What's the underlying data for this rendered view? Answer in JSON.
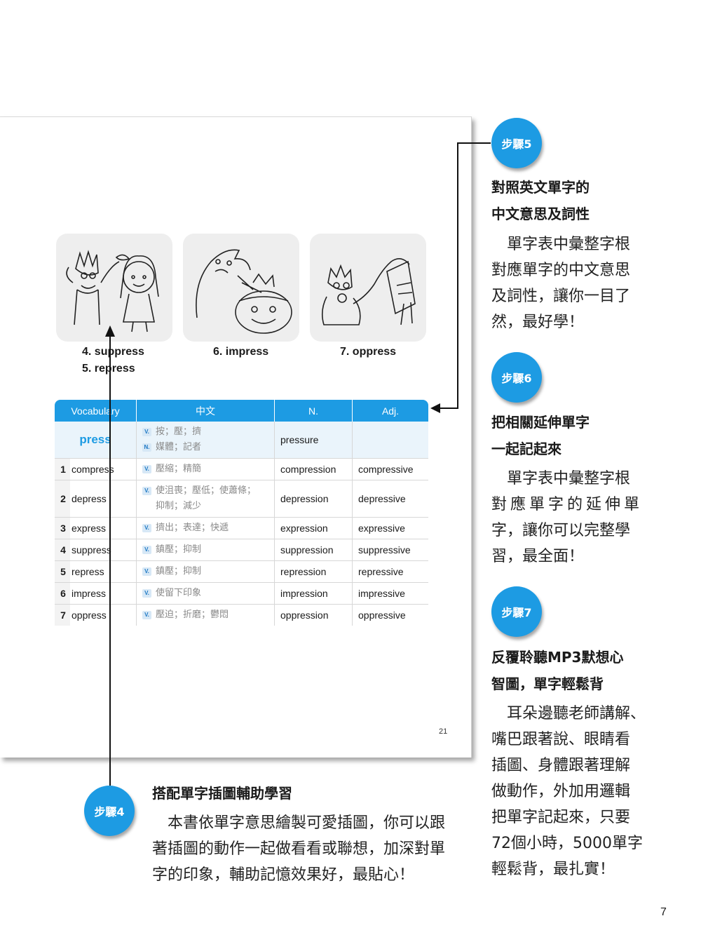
{
  "illustrations": {
    "captions": [
      "4. suppress",
      "5. repress",
      "6. impress",
      "7. oppress"
    ]
  },
  "table": {
    "headers": [
      "Vocabulary",
      "中文",
      "N.",
      "Adj."
    ],
    "base": {
      "word": "press",
      "meanings": [
        {
          "pos": "V.",
          "text": "按；壓；擠"
        },
        {
          "pos": "N.",
          "text": "媒體；記者"
        }
      ],
      "noun": "pressure",
      "adj": ""
    },
    "rows": [
      {
        "num": "1",
        "word": "compress",
        "pos": "V.",
        "meaning": "壓縮；精簡",
        "noun": "compression",
        "adj": "compressive"
      },
      {
        "num": "2",
        "word": "depress",
        "pos": "V.",
        "meaning": "使沮喪；壓低；使蕭條；",
        "meaning2": "抑制；減少",
        "noun": "depression",
        "adj": "depressive"
      },
      {
        "num": "3",
        "word": "express",
        "pos": "V.",
        "meaning": "擠出；表達；快遞",
        "noun": "expression",
        "adj": "expressive"
      },
      {
        "num": "4",
        "word": "suppress",
        "pos": "V.",
        "meaning": "鎮壓；抑制",
        "noun": "suppression",
        "adj": "suppressive"
      },
      {
        "num": "5",
        "word": "repress",
        "pos": "V.",
        "meaning": "鎮壓；抑制",
        "noun": "repression",
        "adj": "repressive"
      },
      {
        "num": "6",
        "word": "impress",
        "pos": "V.",
        "meaning": "使留下印象",
        "noun": "impression",
        "adj": "impressive"
      },
      {
        "num": "7",
        "word": "oppress",
        "pos": "V.",
        "meaning": "壓迫；折磨；鬱悶",
        "noun": "oppression",
        "adj": "oppressive"
      }
    ]
  },
  "inner_page_number": "21",
  "steps": {
    "step5": {
      "badge": "步驟5",
      "heading": [
        "對照英文單字的",
        "中文意思及詞性"
      ],
      "body": [
        "單字表中彙整字根",
        "對應單字的中文意思",
        "及詞性，讓你一目了",
        "然，最好學！"
      ]
    },
    "step6": {
      "badge": "步驟6",
      "heading": [
        "把相關延伸單字",
        "一起記起來"
      ],
      "body": [
        "單字表中彙整字根",
        "對應單字的延伸單",
        "字，讓你可以完整學",
        "習，最全面！"
      ]
    },
    "step7": {
      "badge": "步驟7",
      "heading": [
        "反覆聆聽MP3默想心",
        "智圖，單字輕鬆背"
      ],
      "body": [
        "耳朵邊聽老師講解、",
        "嘴巴跟著說、眼睛看",
        "插圖、身體跟著理解",
        "做動作，外加用邏輯",
        "把單字記起來，只要",
        "72個小時，5000單字",
        "輕鬆背，最扎實！"
      ]
    },
    "step4": {
      "badge": "步驟4",
      "heading": "搭配單字插圖輔助學習",
      "body": [
        "本書依單字意思繪製可愛插圖，你可以跟",
        "著插圖的動作一起做看看或聯想，加深對單",
        "字的印象，輔助記憶效果好，最貼心！"
      ]
    }
  },
  "page_number": "7",
  "colors": {
    "accent": "#1d9be3",
    "text": "#1a1a1a"
  }
}
